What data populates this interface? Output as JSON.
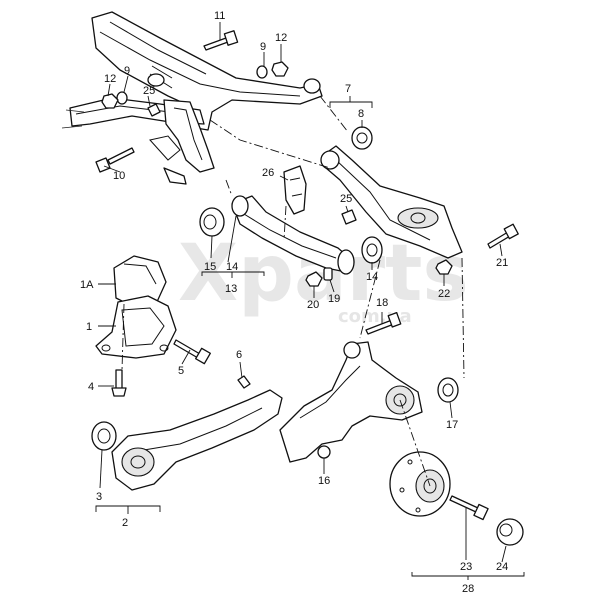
{
  "watermark": {
    "main": "Xparts",
    "sub": "com.ua"
  },
  "callouts": {
    "c1": "1",
    "c1A": "1A",
    "c2": "2",
    "c3": "3",
    "c4": "4",
    "c5": "5",
    "c6": "6",
    "c7": "7",
    "c8": "8",
    "c9a": "9",
    "c9b": "9",
    "c10": "10",
    "c11": "11",
    "c12a": "12",
    "c12b": "12",
    "c13": "13",
    "c14a": "14",
    "c14b": "14",
    "c15": "15",
    "c16": "16",
    "c17": "17",
    "c18": "18",
    "c19": "19",
    "c20": "20",
    "c21": "21",
    "c22": "22",
    "c23": "23",
    "c24": "24",
    "c25a": "25",
    "c25b": "25",
    "c26": "26",
    "c28": "28"
  }
}
